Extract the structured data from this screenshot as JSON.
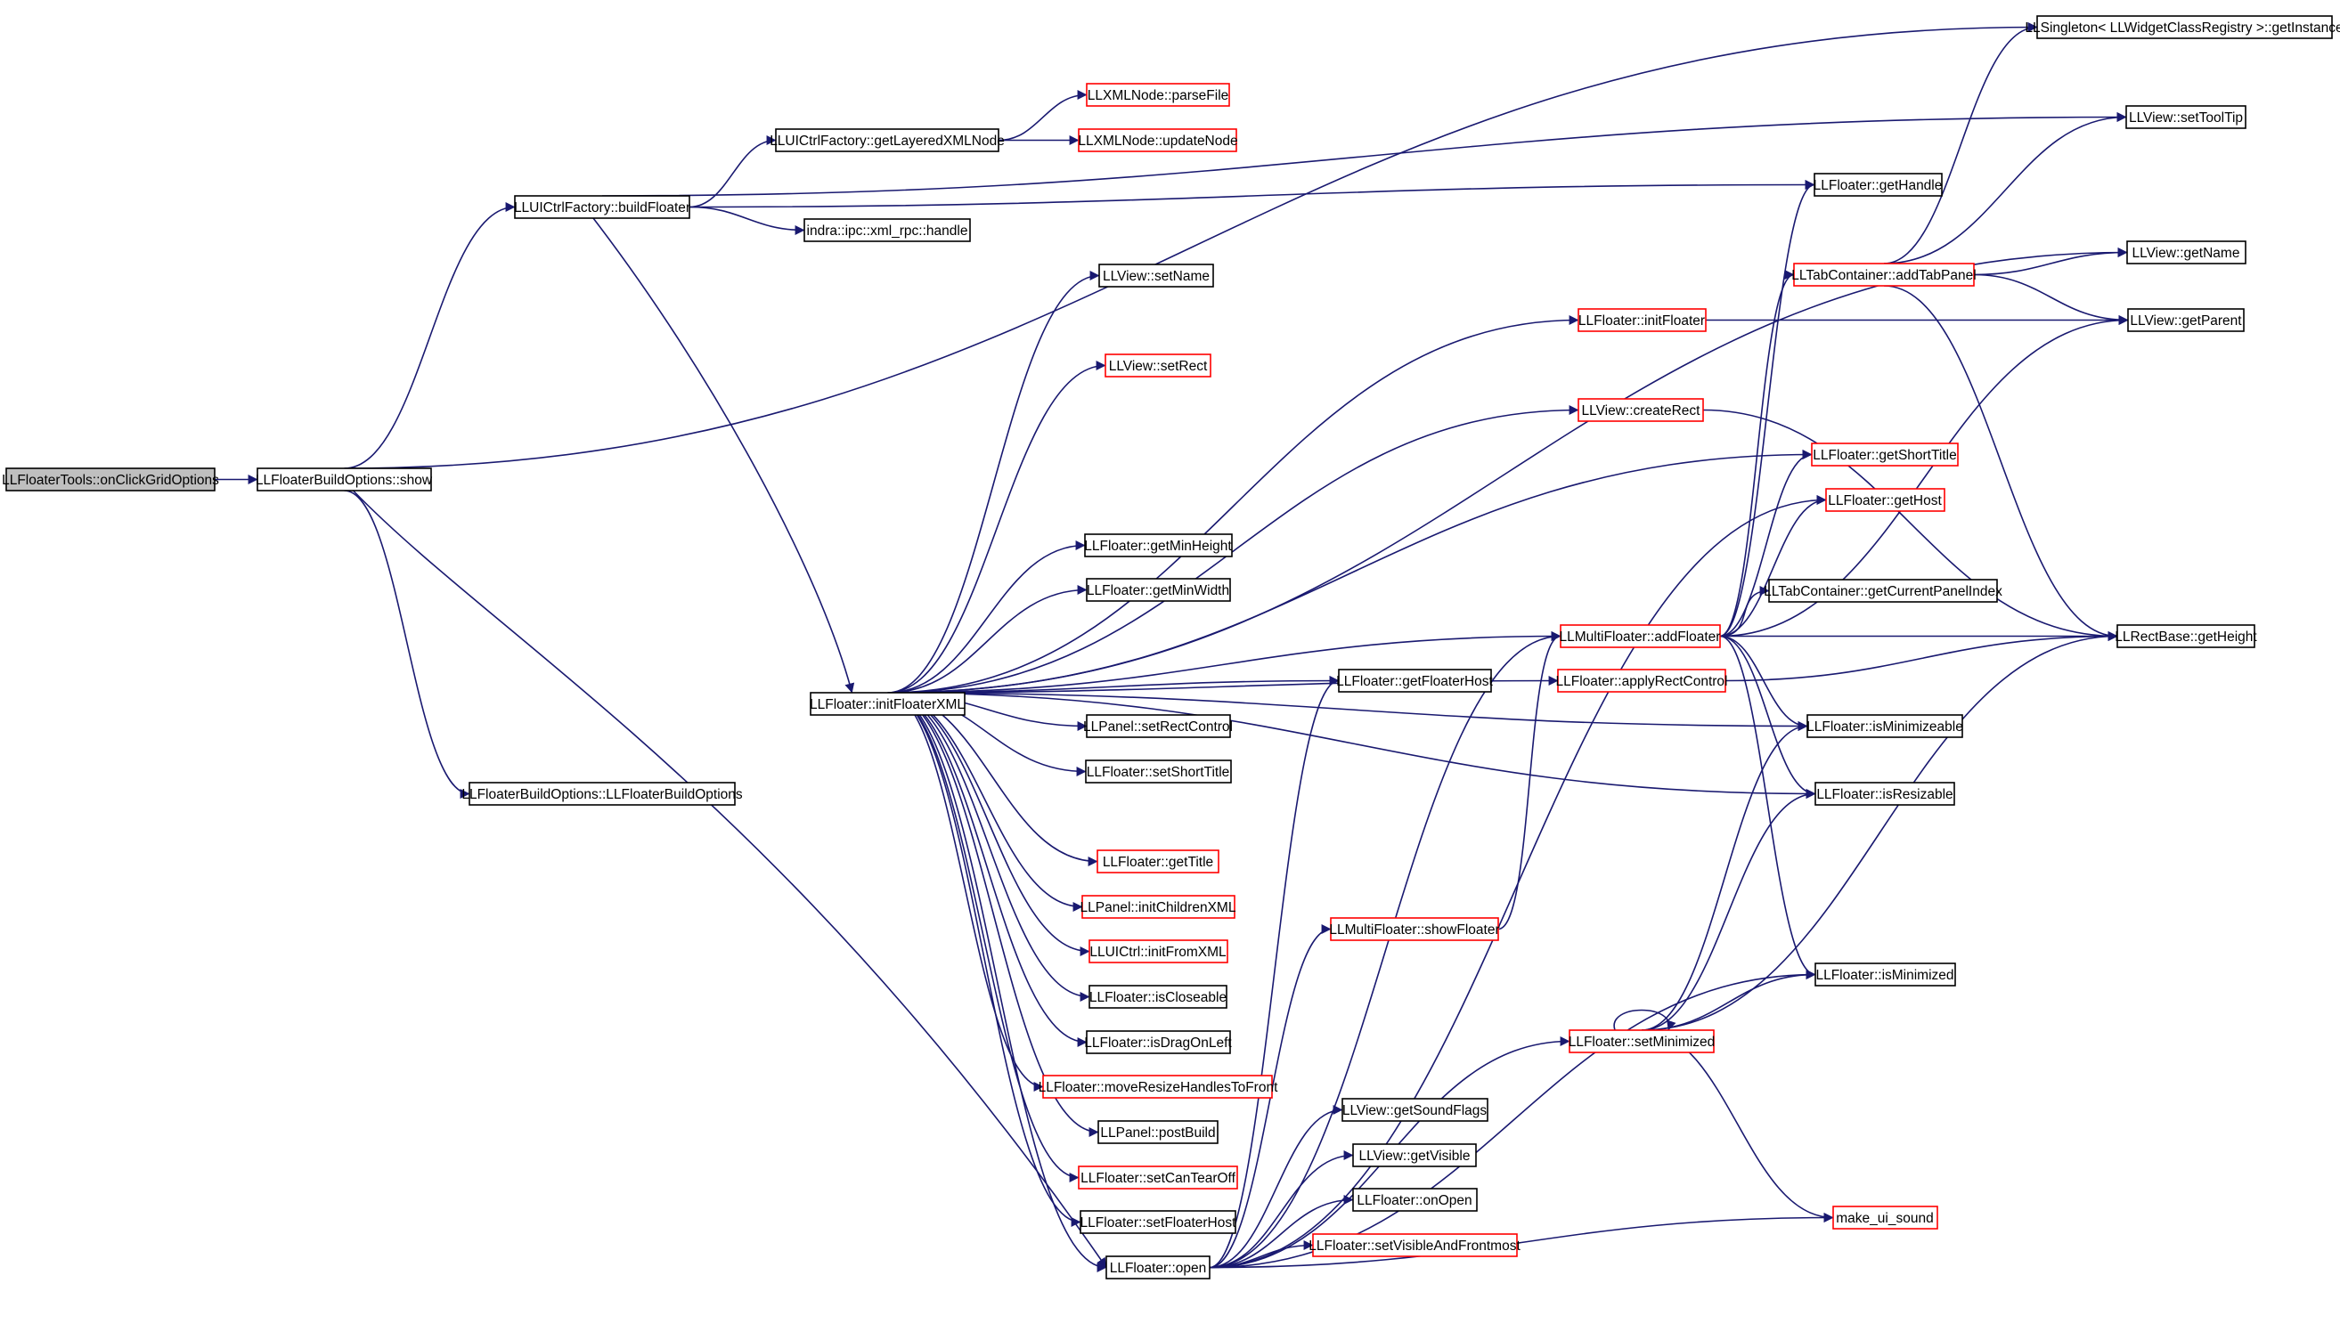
{
  "palette": {
    "edge": "#191970",
    "arrow": "#191970",
    "node_border": "#000000",
    "node_border_incomplete": "#ff0000",
    "root_fill": "#bfbfbf",
    "node_fill": "#ffffff",
    "text": "#000000"
  },
  "nodes": {
    "root": {
      "label": "LLFloaterTools::onClickGridOptions",
      "style": "root"
    },
    "show": {
      "label": "LLFloaterBuildOptions::show"
    },
    "ctor": {
      "label": "LLFloaterBuildOptions::LLFloaterBuildOptions"
    },
    "buildFloater": {
      "label": "LLUICtrlFactory::buildFloater"
    },
    "getLayered": {
      "label": "LLUICtrlFactory::getLayeredXMLNode"
    },
    "parseFile": {
      "label": "LLXMLNode::parseFile",
      "style": "red"
    },
    "updateNode": {
      "label": "LLXMLNode::updateNode",
      "style": "red"
    },
    "handle": {
      "label": "indra::ipc::xml_rpc::handle"
    },
    "initFloaterXML": {
      "label": "LLFloater::initFloaterXML"
    },
    "singleton": {
      "label": "LLSingleton< LLWidgetClassRegistry >::getInstance"
    },
    "setToolTip": {
      "label": "LLView::setToolTip"
    },
    "getHandle": {
      "label": "LLFloater::getHandle"
    },
    "getName": {
      "label": "LLView::getName"
    },
    "getParent": {
      "label": "LLView::getParent"
    },
    "addTabPanel": {
      "label": "LLTabContainer::addTabPanel",
      "style": "red"
    },
    "initFloater": {
      "label": "LLFloater::initFloater",
      "style": "red"
    },
    "setName": {
      "label": "LLView::setName"
    },
    "setRect": {
      "label": "LLView::setRect",
      "style": "red"
    },
    "createRect": {
      "label": "LLView::createRect",
      "style": "red"
    },
    "getShortTitle": {
      "label": "LLFloater::getShortTitle",
      "style": "red"
    },
    "getHost": {
      "label": "LLFloater::getHost",
      "style": "red"
    },
    "getMinHeight": {
      "label": "LLFloater::getMinHeight"
    },
    "getMinWidth": {
      "label": "LLFloater::getMinWidth"
    },
    "getCurrentPanelIndex": {
      "label": "LLTabContainer::getCurrentPanelIndex"
    },
    "addFloater": {
      "label": "LLMultiFloater::addFloater",
      "style": "red"
    },
    "getHeight": {
      "label": "LLRectBase::getHeight"
    },
    "getFloaterHost": {
      "label": "LLFloater::getFloaterHost"
    },
    "applyRectControl": {
      "label": "LLFloater::applyRectControl",
      "style": "red"
    },
    "setRectControl": {
      "label": "LLPanel::setRectControl"
    },
    "isMinimizeable": {
      "label": "LLFloater::isMinimizeable"
    },
    "setShortTitle": {
      "label": "LLFloater::setShortTitle"
    },
    "isResizable": {
      "label": "LLFloater::isResizable"
    },
    "getTitle": {
      "label": "LLFloater::getTitle",
      "style": "red"
    },
    "initChildrenXML": {
      "label": "LLPanel::initChildrenXML",
      "style": "red"
    },
    "initFromXML": {
      "label": "LLUICtrl::initFromXML",
      "style": "red"
    },
    "showFloater": {
      "label": "LLMultiFloater::showFloater",
      "style": "red"
    },
    "isCloseable": {
      "label": "LLFloater::isCloseable"
    },
    "isMinimized": {
      "label": "LLFloater::isMinimized"
    },
    "isDragOnLeft": {
      "label": "LLFloater::isDragOnLeft"
    },
    "setMinimized": {
      "label": "LLFloater::setMinimized",
      "style": "red"
    },
    "moveResize": {
      "label": "LLFloater::moveResizeHandlesToFront",
      "style": "red"
    },
    "getSoundFlags": {
      "label": "LLView::getSoundFlags"
    },
    "postBuild": {
      "label": "LLPanel::postBuild"
    },
    "getVisible": {
      "label": "LLView::getVisible"
    },
    "setCanTearOff": {
      "label": "LLFloater::setCanTearOff",
      "style": "red"
    },
    "onOpen": {
      "label": "LLFloater::onOpen"
    },
    "setFloaterHost": {
      "label": "LLFloater::setFloaterHost"
    },
    "makeUiSound": {
      "label": "make_ui_sound",
      "style": "red"
    },
    "setVisibleFront": {
      "label": "LLFloater::setVisibleAndFrontmost",
      "style": "red"
    },
    "open": {
      "label": "LLFloater::open"
    }
  }
}
